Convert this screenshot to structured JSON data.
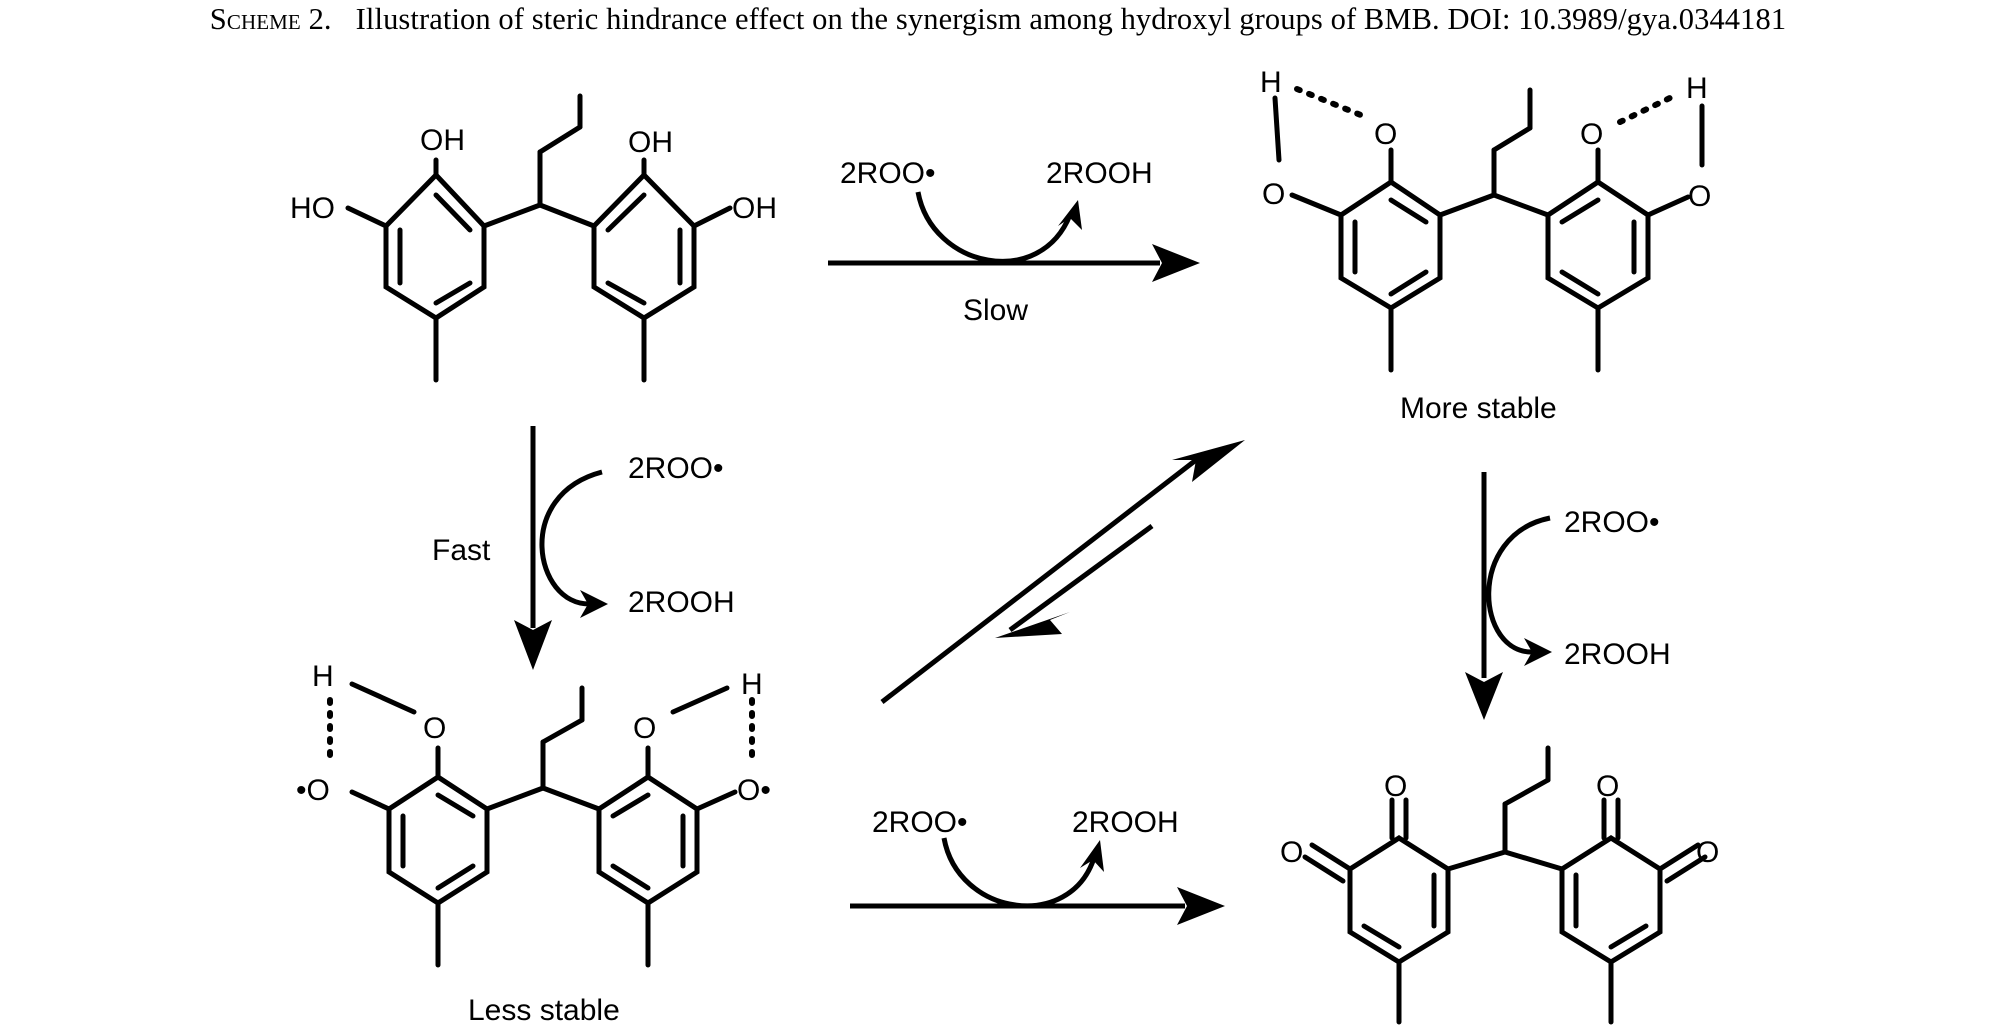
{
  "caption": {
    "label": "Scheme 2.",
    "text": "Illustration of steric hindrance effect on the synergism among hydroxyl groups of BMB. DOI: 10.3989/gya.0344181"
  },
  "atoms": {
    "OH": "OH",
    "HO": "HO",
    "O": "O",
    "H": "H",
    "radical_O_left": "•O",
    "radical_O_right": "O•"
  },
  "reagents": {
    "peroxyl": "2ROO•",
    "hydroperoxide": "2ROOH"
  },
  "labels": {
    "slow": "Slow",
    "fast": "Fast",
    "more_stable": "More stable",
    "less_stable": "Less stable"
  }
}
